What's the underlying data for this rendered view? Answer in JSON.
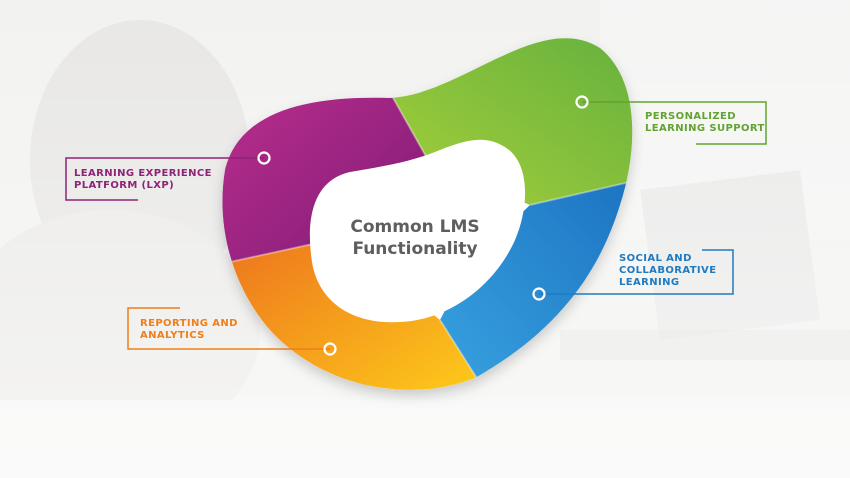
{
  "center": {
    "line1": "Common LMS",
    "line2": "Functionality"
  },
  "segments": [
    {
      "id": "lxp",
      "line1": "LEARNING EXPERIENCE",
      "line2": "PLATFORM (LXP)",
      "color": "#9c1f82"
    },
    {
      "id": "personalized",
      "line1": "PERSONALIZED",
      "line2": "LEARNING SUPPORT",
      "color": "#7cbf3a"
    },
    {
      "id": "social",
      "line1": "SOCIAL AND",
      "line2": "COLLABORATIVE",
      "line3": "LEARNING",
      "color": "#1f84cc"
    },
    {
      "id": "reporting",
      "line1": "REPORTING AND",
      "line2": "ANALYTICS",
      "color": "#f39a1e"
    }
  ]
}
